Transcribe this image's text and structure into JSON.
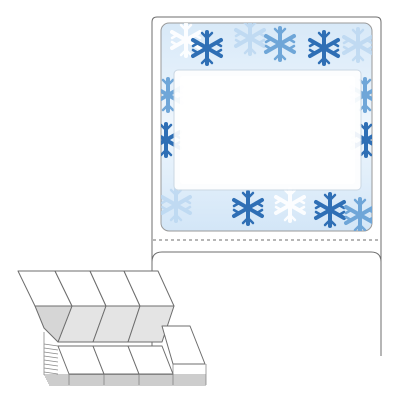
{
  "product": {
    "kind": "fanfold-label-roll",
    "label_design": "snowflake-winter",
    "liner_separator": "perforation",
    "stack_columns": 4
  },
  "colors": {
    "background": "#ffffff",
    "outline": "#6e6e6e",
    "snowflake_dark": "#2f6fb5",
    "snowflake_mid": "#6fa6d8",
    "snowflake_light": "#c9e0f4",
    "frost": "#e6f1fb",
    "write_area": "#ffffff"
  },
  "icons": {
    "snowflake": "snowflake-icon",
    "stack": "fanfold-stack-icon"
  }
}
